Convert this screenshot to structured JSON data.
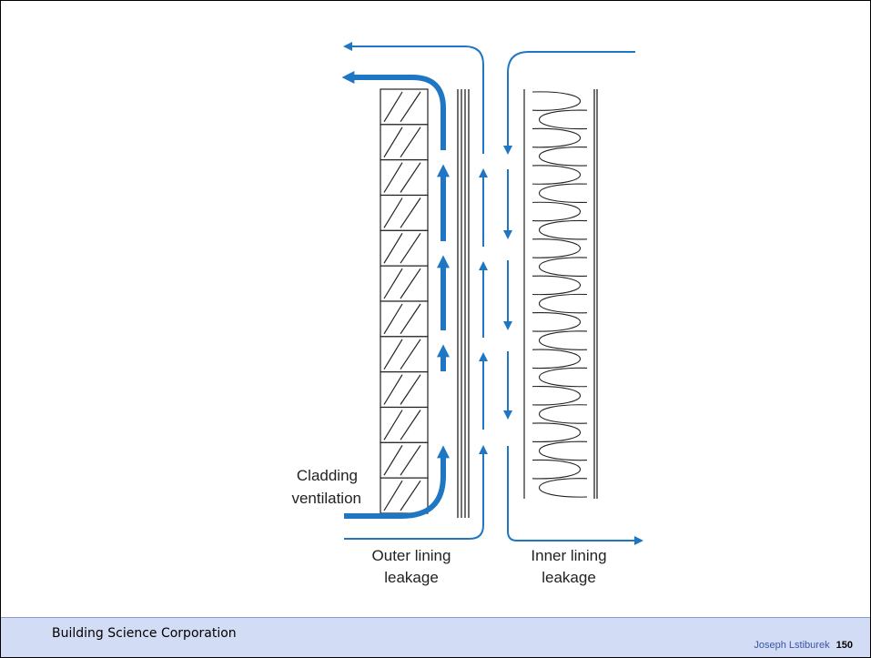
{
  "labels": {
    "cladding": "Cladding",
    "ventilation": "ventilation",
    "outer_1": "Outer lining",
    "outer_2": "leakage",
    "inner_1": "Inner lining",
    "inner_2": "leakage"
  },
  "footer": {
    "organization": "Building Science Corporation",
    "author": "Joseph Lstiburek",
    "page_number": "150"
  },
  "colors": {
    "arrow": "#1f77c4",
    "footer_bg": "#d3dcf5"
  }
}
